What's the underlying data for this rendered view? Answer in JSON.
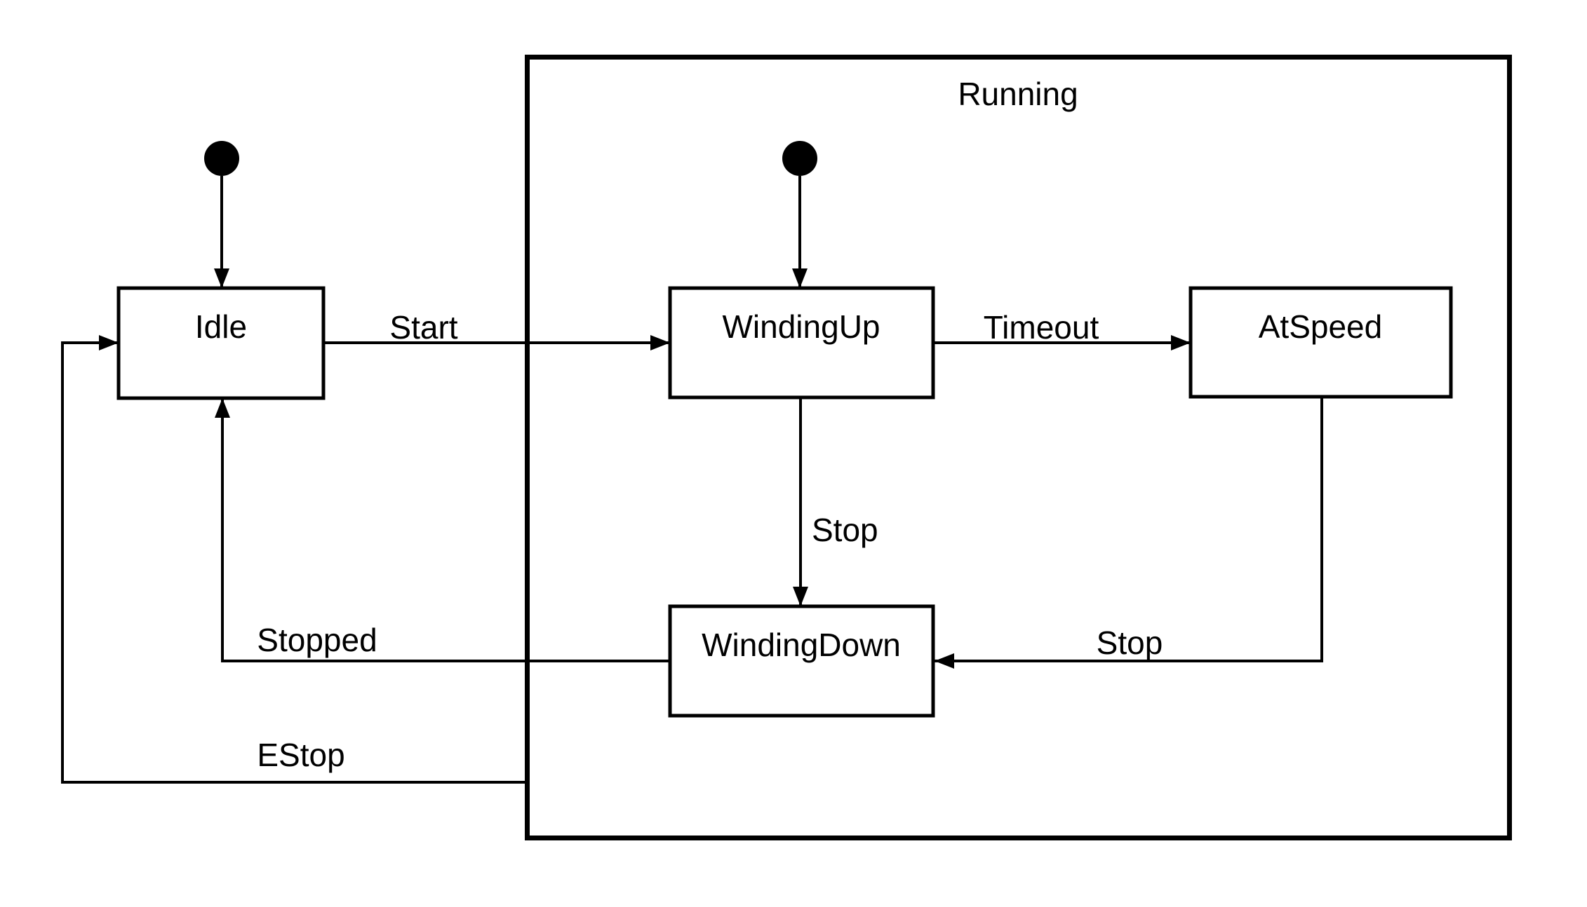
{
  "diagram": {
    "type": "uml-state-machine",
    "composite_state": {
      "label": "Running"
    },
    "states": {
      "idle": {
        "label": "Idle"
      },
      "winding_up": {
        "label": "WindingUp"
      },
      "at_speed": {
        "label": "AtSpeed"
      },
      "winding_down": {
        "label": "WindingDown"
      }
    },
    "transitions": {
      "start": {
        "label": "Start",
        "from": "Idle",
        "to": "WindingUp"
      },
      "timeout": {
        "label": "Timeout",
        "from": "WindingUp",
        "to": "AtSpeed"
      },
      "stop_from_winding_up": {
        "label": "Stop",
        "from": "WindingUp",
        "to": "WindingDown"
      },
      "stop_from_at_speed": {
        "label": "Stop",
        "from": "AtSpeed",
        "to": "WindingDown"
      },
      "stopped": {
        "label": "Stopped",
        "from": "WindingDown",
        "to": "Idle"
      },
      "estop": {
        "label": "EStop",
        "from": "Running",
        "to": "Idle"
      }
    },
    "initial_markers": {
      "outer": {
        "points_to": "Idle"
      },
      "inner": {
        "points_to": "WindingUp"
      }
    },
    "colors": {
      "line": "#000000",
      "text": "#000000",
      "background": "#ffffff"
    }
  }
}
